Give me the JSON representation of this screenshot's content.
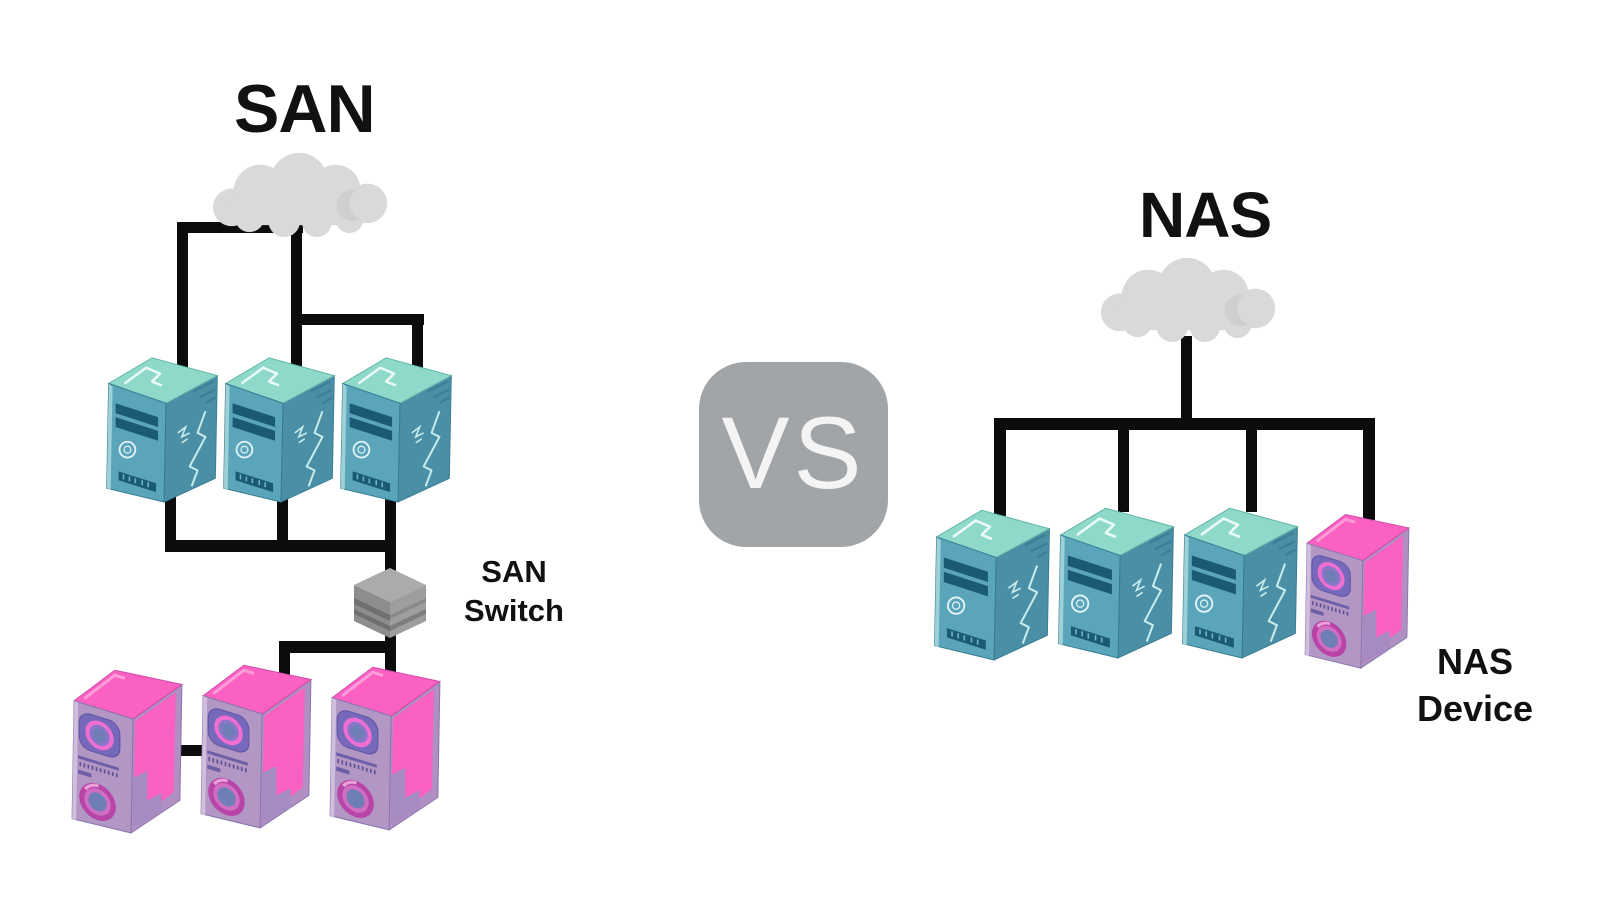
{
  "left_panel": {
    "title": "SAN",
    "switch_label": {
      "line1": "SAN",
      "line2": "Switch"
    },
    "server_count": 3,
    "storage_device_count": 3
  },
  "center": {
    "vs_label": "VS"
  },
  "right_panel": {
    "title": "NAS",
    "device_label": {
      "line1": "NAS",
      "line2": "Device"
    },
    "server_count": 3,
    "nas_device_count": 1
  },
  "colors": {
    "background": "#ffffff",
    "connector_line": "#0c0c0c",
    "title_text": "#111111",
    "cloud": "#d9d9db",
    "vs_badge_bg": "#a2a5a8",
    "vs_badge_text": "#f4f4f5",
    "server_top": "#8fd9ca",
    "server_front": "#5aa5ba",
    "server_side": "#4a8fa5",
    "server_panel_dark": "#1a5a74",
    "storage_pink": "#fb60c3",
    "storage_front_mauve": "#b297c4",
    "storage_module_purple": "#7668ba",
    "storage_ring_magenta": "#b844a8",
    "storage_circle_blue": "#6f7fb6",
    "switch_top": "#ababab",
    "switch_left": "#8d8d8d",
    "switch_right": "#9e9e9e"
  },
  "icons": {
    "cloud": "cloud-icon",
    "server": "server-tower-icon",
    "switch": "san-switch-icon",
    "storage": "storage-device-icon",
    "vs": "vs-badge"
  }
}
